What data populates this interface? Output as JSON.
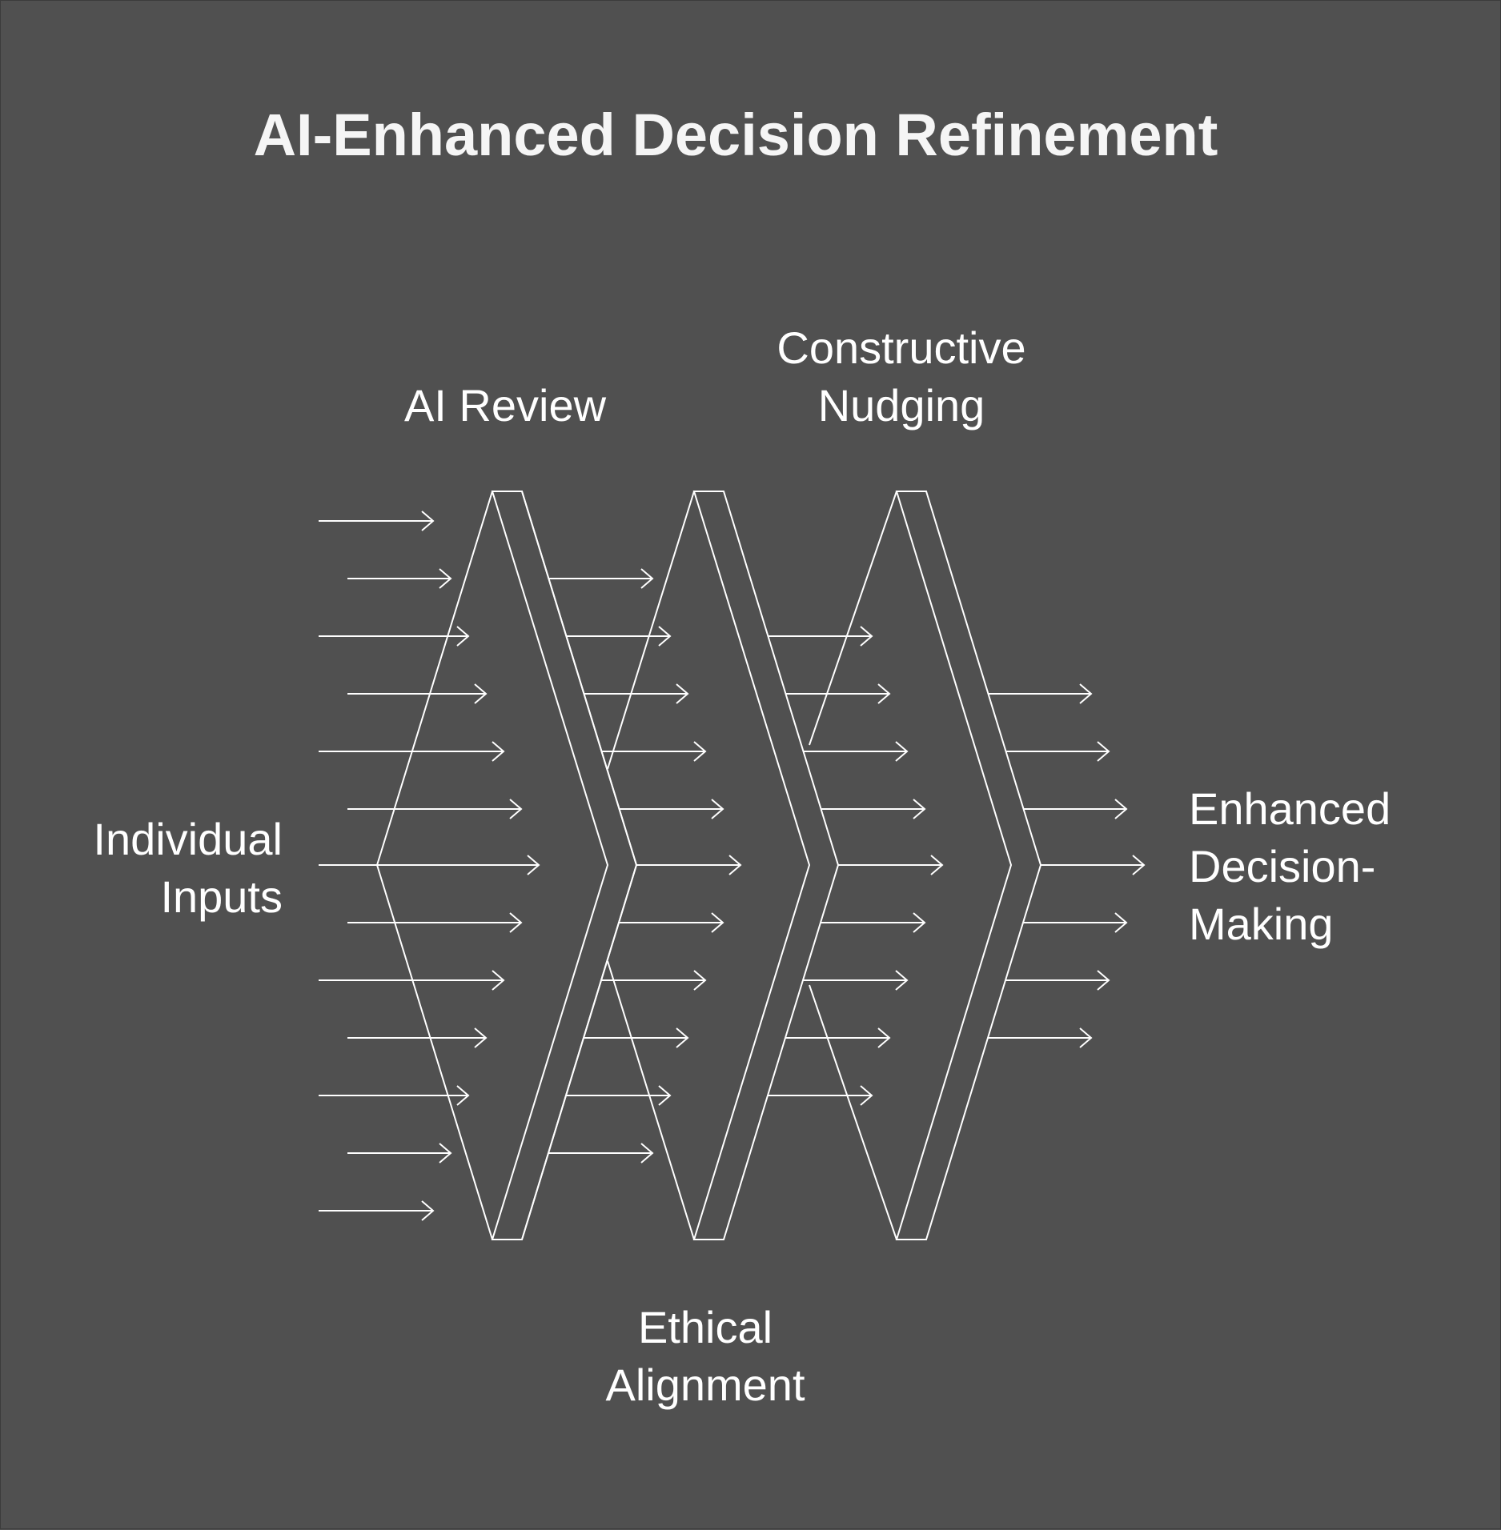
{
  "title": "AI-Enhanced Decision Refinement",
  "labels": {
    "inputs": [
      "Individual",
      "Inputs"
    ],
    "ai_review": [
      "AI Review"
    ],
    "nudging": [
      "Constructive",
      "Nudging"
    ],
    "ethical": [
      "Ethical",
      "Alignment"
    ],
    "output": [
      "Enhanced",
      "Decision-",
      "Making"
    ]
  },
  "colors": {
    "background": "#505050",
    "stroke": "#ffffff",
    "text": "#ffffff"
  }
}
